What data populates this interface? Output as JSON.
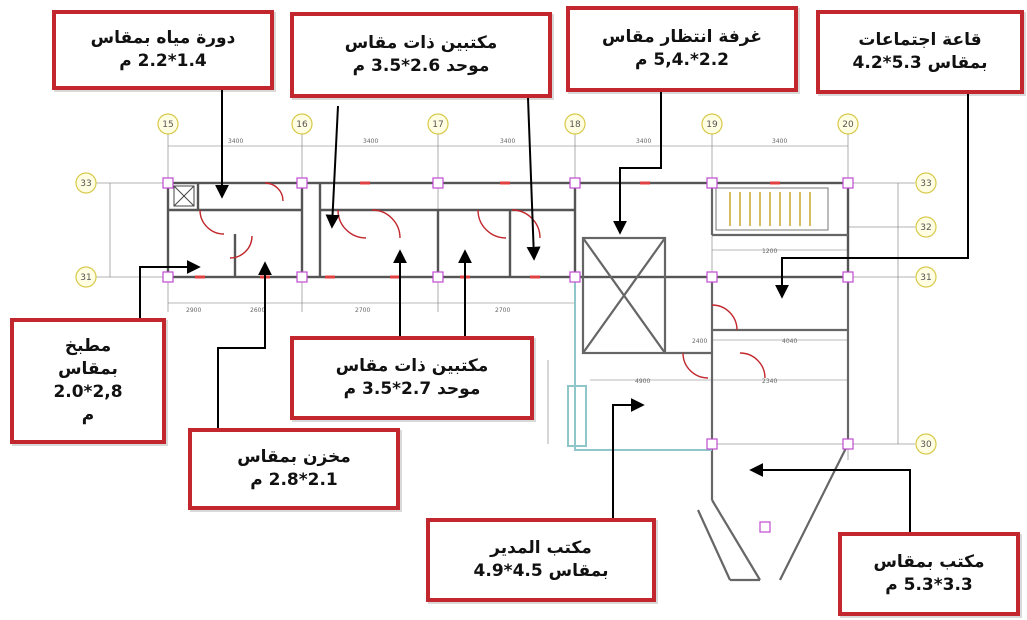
{
  "grid": {
    "columns": [
      "15",
      "16",
      "17",
      "18",
      "19",
      "20"
    ],
    "rows": [
      "33",
      "32",
      "31",
      "30"
    ],
    "dimensions": [
      "3400",
      "3400",
      "3400",
      "3400",
      "3400",
      "2900",
      "2600",
      "2700",
      "2700",
      "2400",
      "4040",
      "4900",
      "2340",
      "1200"
    ]
  },
  "callouts": {
    "bathroom": {
      "line1": "دورة مياه بمقاس",
      "line2": "1.4*2.2 م"
    },
    "double_office_top": {
      "line1": "مكتبين ذات مقاس",
      "line2": "موحد 2.6*3.5 م"
    },
    "waiting_room": {
      "line1": "غرفة انتظار مقاس",
      "line2": "2.2*.5,4 م"
    },
    "meeting_room": {
      "line1": "قاعة اجتماعات",
      "line2": "بمقاس 5.3*4.2"
    },
    "kitchen": {
      "line1": "مطبخ",
      "line2": "بمقاس",
      "line3": "2.0*2,8",
      "line4": "م"
    },
    "storage": {
      "line1": "مخزن بمقاس",
      "line2": "2.1*2.8 م"
    },
    "double_office_bottom": {
      "line1": "مكتبين ذات مقاس",
      "line2": "موحد 2.7*3.5 م"
    },
    "manager_office": {
      "line1": "مكتب المدير",
      "line2": "بمقاس 4.5*4.9"
    },
    "office": {
      "line1": "مكتب بمقاس",
      "line2": "3.3*5.3 م"
    }
  }
}
